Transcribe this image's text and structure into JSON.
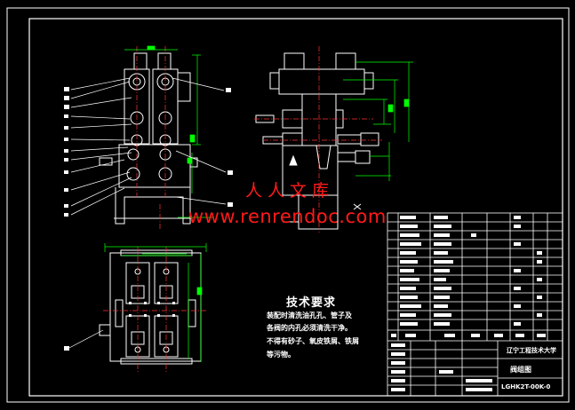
{
  "tech_requirements": {
    "title": "技术要求",
    "lines": [
      "装配时清洗油孔孔、管子及",
      "各阀的内孔必须清洗干净。",
      "不得有砂子、氧皮铁屑、铁屑",
      "等污物。"
    ]
  },
  "watermark": {
    "chinese": "人人文库",
    "url": "www.renrendoc.com"
  },
  "title_block": {
    "school": "辽宁工程技术大学",
    "drawing_name": "阀组图",
    "drawing_number": "LGHK2T-00K-0"
  },
  "colors": {
    "line": "#ffffff",
    "dimension": "#00ff00",
    "center_line": "#ff3333",
    "watermark": "#ff1a1a"
  }
}
